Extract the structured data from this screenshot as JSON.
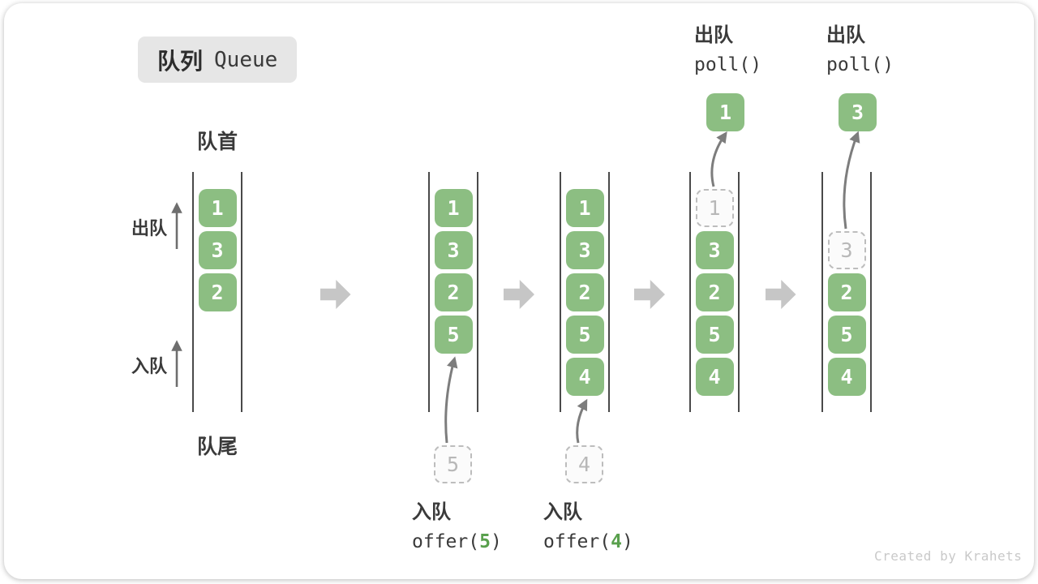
{
  "title": {
    "badge_zh": "队列",
    "badge_en": "Queue"
  },
  "labels": {
    "front": "队首",
    "rear": "队尾",
    "dequeue": "出队",
    "enqueue": "入队"
  },
  "watermark": "Created by Krahets",
  "colors": {
    "cell_green": "#8cbe82",
    "code_arg_green": "#59a04d",
    "badge_bg": "#e6e6e6",
    "text_dark": "#3a3a3a",
    "dashed_gray": "#bdbdbd",
    "block_arrow_gray": "#c6c6c6",
    "flow_arrow_gray": "#7d7d7d"
  },
  "states": [
    {
      "name": "initial",
      "cells": [
        {
          "v": "1",
          "t": "green"
        },
        {
          "v": "3",
          "t": "green"
        },
        {
          "v": "2",
          "t": "green"
        }
      ]
    },
    {
      "name": "after-offer-5",
      "cells": [
        {
          "v": "1",
          "t": "green"
        },
        {
          "v": "3",
          "t": "green"
        },
        {
          "v": "2",
          "t": "green"
        },
        {
          "v": "5",
          "t": "green"
        }
      ],
      "bottom": {
        "label": "入队",
        "code_pre": "offer(",
        "arg": "5",
        "code_post": ")",
        "incoming": "5"
      }
    },
    {
      "name": "after-offer-4",
      "cells": [
        {
          "v": "1",
          "t": "green"
        },
        {
          "v": "3",
          "t": "green"
        },
        {
          "v": "2",
          "t": "green"
        },
        {
          "v": "5",
          "t": "green"
        },
        {
          "v": "4",
          "t": "green"
        }
      ],
      "bottom": {
        "label": "入队",
        "code_pre": "offer(",
        "arg": "4",
        "code_post": ")",
        "incoming": "4"
      }
    },
    {
      "name": "poll-1",
      "cells": [
        {
          "v": "1",
          "t": "dashed"
        },
        {
          "v": "3",
          "t": "green"
        },
        {
          "v": "2",
          "t": "green"
        },
        {
          "v": "5",
          "t": "green"
        },
        {
          "v": "4",
          "t": "green"
        }
      ],
      "top": {
        "label": "出队",
        "code": "poll()",
        "popped": "1"
      }
    },
    {
      "name": "poll-3",
      "cells": [
        null,
        {
          "v": "3",
          "t": "dashed"
        },
        {
          "v": "2",
          "t": "green"
        },
        {
          "v": "5",
          "t": "green"
        },
        {
          "v": "4",
          "t": "green"
        }
      ],
      "top": {
        "label": "出队",
        "code": "poll()",
        "popped": "3"
      }
    }
  ]
}
